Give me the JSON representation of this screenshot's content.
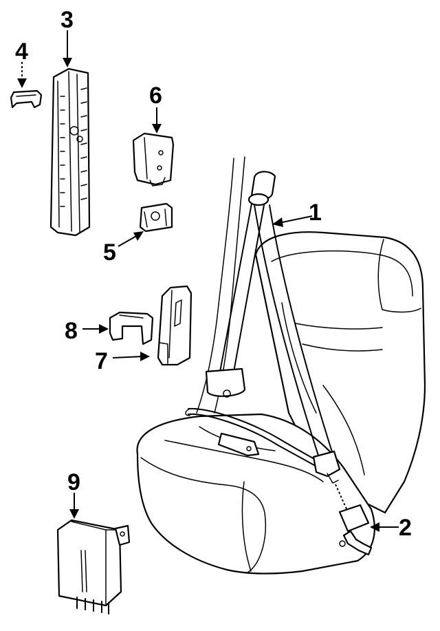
{
  "callouts": [
    {
      "id": "1",
      "label": "1",
      "part": "shoulder-belt-retractor"
    },
    {
      "id": "2",
      "label": "2",
      "part": "buckle"
    },
    {
      "id": "3",
      "label": "3",
      "part": "height-adjuster-rail"
    },
    {
      "id": "4",
      "label": "4",
      "part": "cover-clip"
    },
    {
      "id": "5",
      "label": "5",
      "part": "clip"
    },
    {
      "id": "6",
      "label": "6",
      "part": "bracket"
    },
    {
      "id": "7",
      "label": "7",
      "part": "guide"
    },
    {
      "id": "8",
      "label": "8",
      "part": "cover"
    },
    {
      "id": "9",
      "label": "9",
      "part": "control-module"
    }
  ]
}
